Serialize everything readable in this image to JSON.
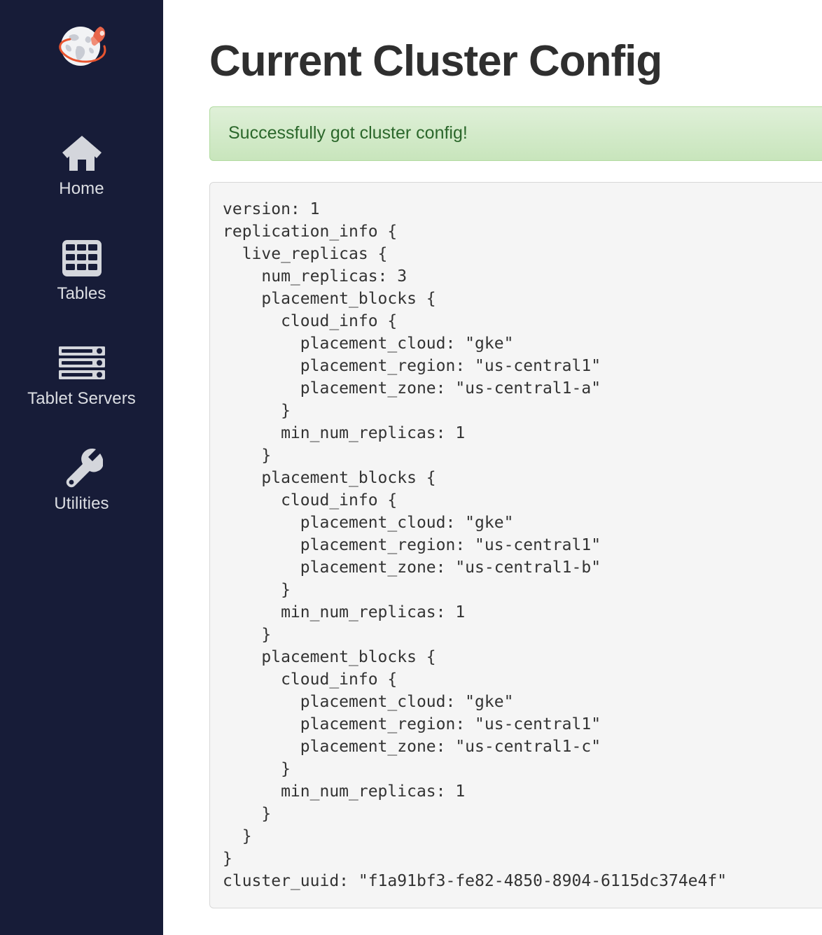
{
  "sidebar": {
    "logo_name": "yugabyte-rocket-globe-logo",
    "background_color": "#171c38",
    "items": [
      {
        "label": "Home",
        "icon": "home-icon"
      },
      {
        "label": "Tables",
        "icon": "tables-grid-icon"
      },
      {
        "label": "Tablet Servers",
        "icon": "server-stack-icon"
      },
      {
        "label": "Utilities",
        "icon": "wrench-icon"
      }
    ]
  },
  "main": {
    "page_title": "Current Cluster Config",
    "alert": {
      "message": "Successfully got cluster config!",
      "type": "success",
      "text_color": "#2b672b",
      "background_color": "#dff0d8",
      "border_color": "#b2dba1"
    },
    "cluster_config": {
      "text": "version: 1\nreplication_info {\n  live_replicas {\n    num_replicas: 3\n    placement_blocks {\n      cloud_info {\n        placement_cloud: \"gke\"\n        placement_region: \"us-central1\"\n        placement_zone: \"us-central1-a\"\n      }\n      min_num_replicas: 1\n    }\n    placement_blocks {\n      cloud_info {\n        placement_cloud: \"gke\"\n        placement_region: \"us-central1\"\n        placement_zone: \"us-central1-b\"\n      }\n      min_num_replicas: 1\n    }\n    placement_blocks {\n      cloud_info {\n        placement_cloud: \"gke\"\n        placement_region: \"us-central1\"\n        placement_zone: \"us-central1-c\"\n      }\n      min_num_replicas: 1\n    }\n  }\n}\ncluster_uuid: \"f1a91bf3-fe82-4850-8904-6115dc374e4f\"",
      "version": 1,
      "num_replicas": 3,
      "cluster_uuid": "f1a91bf3-fe82-4850-8904-6115dc374e4f",
      "placement_blocks": [
        {
          "placement_cloud": "gke",
          "placement_region": "us-central1",
          "placement_zone": "us-central1-a",
          "min_num_replicas": 1
        },
        {
          "placement_cloud": "gke",
          "placement_region": "us-central1",
          "placement_zone": "us-central1-b",
          "min_num_replicas": 1
        },
        {
          "placement_cloud": "gke",
          "placement_region": "us-central1",
          "placement_zone": "us-central1-c",
          "min_num_replicas": 1
        }
      ]
    }
  }
}
